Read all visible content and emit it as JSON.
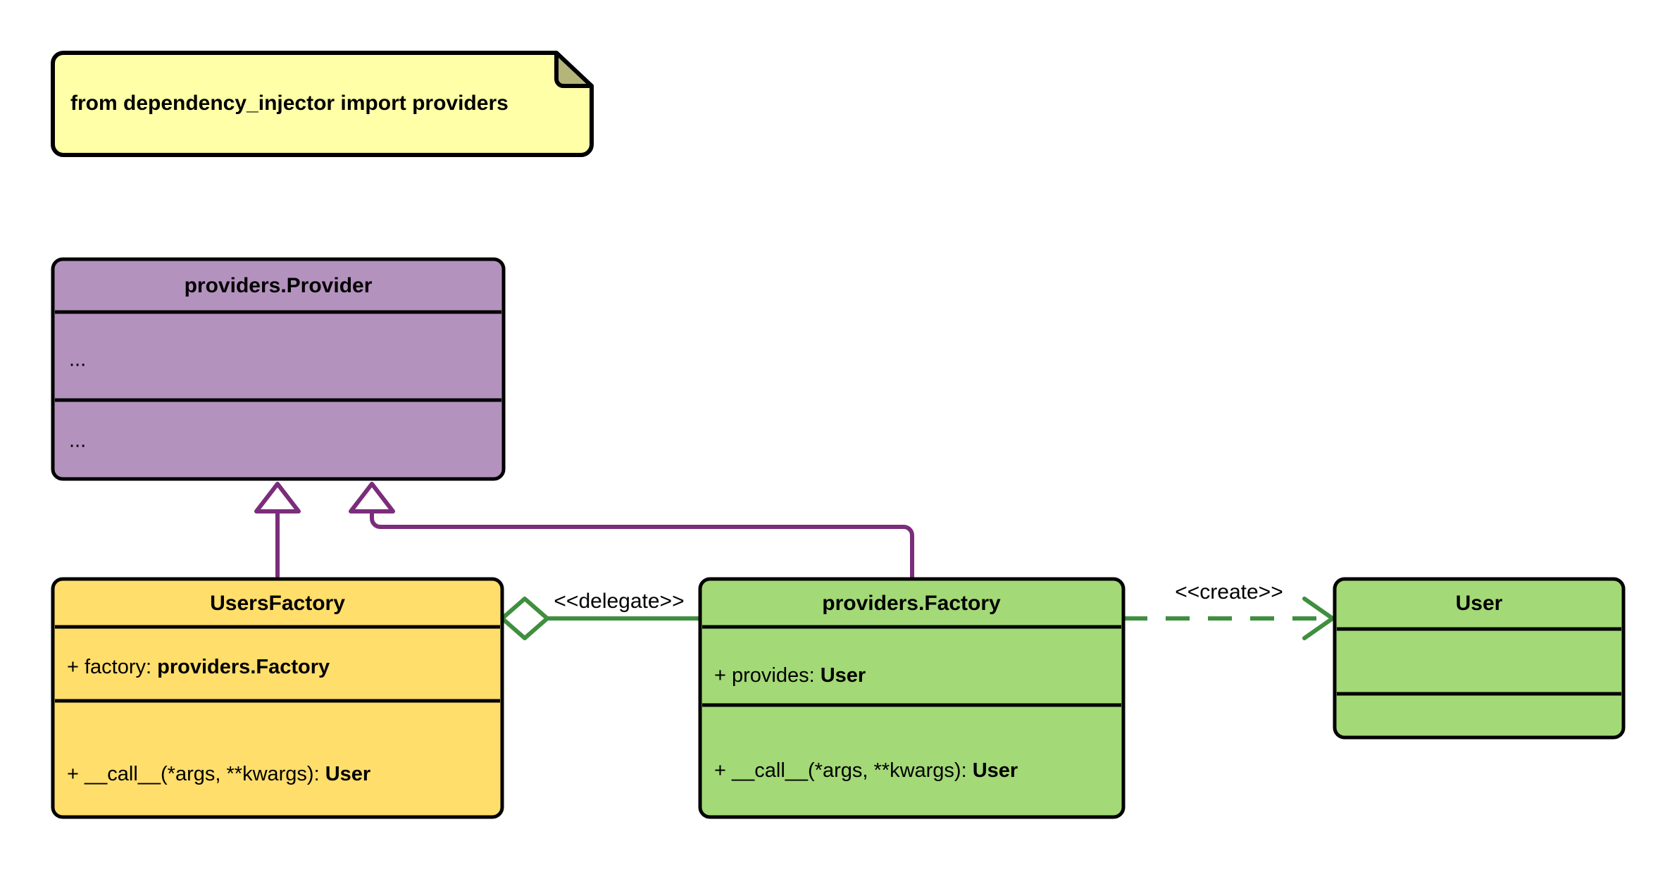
{
  "diagram": {
    "type": "uml-class-diagram",
    "background_color": "#ffffff",
    "note": {
      "text": "from dependency_injector import providers",
      "fill_color": "#ffffa8",
      "fold_color": "#b5b57a",
      "border_color": "#000000"
    },
    "classes": [
      {
        "id": "providers-provider",
        "name": "providers.Provider",
        "fill_color": "#b492be",
        "attributes": [
          "..."
        ],
        "methods": [
          "..."
        ]
      },
      {
        "id": "users-factory",
        "name": "UsersFactory",
        "fill_color": "#ffde6b",
        "attributes": [
          {
            "visibility": "+",
            "label": "factory: ",
            "type": "providers.Factory"
          }
        ],
        "methods": [
          {
            "visibility": "+",
            "label": "__call__(*args, **kwargs): ",
            "type": "User"
          }
        ]
      },
      {
        "id": "providers-factory",
        "name": "providers.Factory",
        "fill_color": "#a3d977",
        "attributes": [
          {
            "visibility": "+",
            "label": "provides: ",
            "type": "User"
          }
        ],
        "methods": [
          {
            "visibility": "+",
            "label": "__call__(*args, **kwargs): ",
            "type": "User"
          }
        ]
      },
      {
        "id": "user",
        "name": "User",
        "fill_color": "#a3d977",
        "attributes": [],
        "methods": []
      }
    ],
    "relationships": [
      {
        "id": "rel-usersfactory-inherits-provider",
        "kind": "generalization",
        "from": "UsersFactory",
        "to": "providers.Provider",
        "label": "",
        "color": "#7b2d7b",
        "style": "solid",
        "arrowhead": "hollow-triangle"
      },
      {
        "id": "rel-providersfactory-inherits-provider",
        "kind": "generalization",
        "from": "providers.Factory",
        "to": "providers.Provider",
        "label": "",
        "color": "#7b2d7b",
        "style": "solid",
        "arrowhead": "hollow-triangle"
      },
      {
        "id": "rel-delegate",
        "kind": "aggregation",
        "from": "UsersFactory",
        "to": "providers.Factory",
        "label": "<<delegate>>",
        "color": "#3f8f3f",
        "style": "solid",
        "arrowhead": "hollow-diamond"
      },
      {
        "id": "rel-create",
        "kind": "dependency",
        "from": "providers.Factory",
        "to": "User",
        "label": "<<create>>",
        "color": "#3f8f3f",
        "style": "dashed",
        "arrowhead": "open-arrow"
      }
    ]
  }
}
